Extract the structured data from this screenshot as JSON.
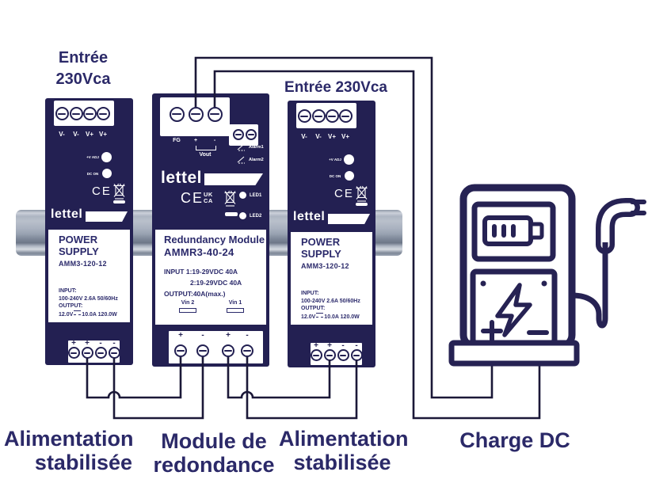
{
  "headers": {
    "input_left_line1": "Entrée",
    "input_left_line2": "230Vca",
    "input_right": "Entrée 230Vca"
  },
  "psu": {
    "brand": "lettel",
    "name": "POWER SUPPLY",
    "model": "AMM3-120-12",
    "top_terminals": [
      "V-",
      "V-",
      "V+",
      "V+"
    ],
    "adj_label": "+V ADJ",
    "dc_on_label": "DC ON",
    "ce_mark": "CE",
    "input_label": "INPUT:",
    "input_value": "100-240V 2.6A 50/60Hz",
    "output_label": "OUTPUT:",
    "output_volts": "12.0V",
    "output_rest": "10.0A 120.0W",
    "bottom_terminals": [
      "+",
      "+",
      "-",
      "-"
    ]
  },
  "redundancy": {
    "brand": "lettel",
    "name": "Redundancy Module",
    "model": "AMMR3-40-24",
    "fg_label": "FG",
    "plus_label": "+",
    "minus_label": "-",
    "vout_label": "Vout",
    "alarm1_label": "Alarm1",
    "alarm2_label": "Alarm2",
    "ce_mark": "CE",
    "ukca_line1": "UK",
    "ukca_line2": "CA",
    "led1_label": "LED1",
    "led2_label": "LED2",
    "input1": "INPUT 1:19-29VDC  40A",
    "input2": "2:19-29VDC  40A",
    "output": "OUTPUT:40A(max.)",
    "vin2_label": "Vin 2",
    "vin1_label": "Vin 1",
    "bottom_terminals": [
      "+",
      "-",
      "+",
      "-"
    ]
  },
  "captions": {
    "left_line1": "Alimentation",
    "left_line2": "stabilisée",
    "middle_line1": "Module de",
    "middle_line2": "redondance",
    "right_line1": "Alimentation",
    "right_line2": "stabilisée",
    "charge": "Charge DC"
  },
  "colors": {
    "module_navy": "#232052",
    "wire": "#1b1838",
    "charger_icon": "#262253",
    "caption_text": "#2b2968",
    "din_rail_gray": "#9aa3b2"
  }
}
